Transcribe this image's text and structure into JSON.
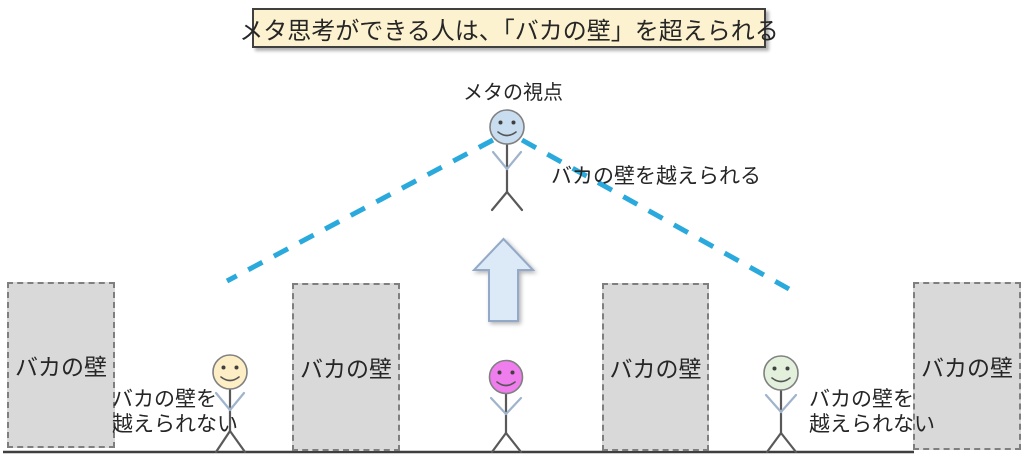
{
  "title": "メタ思考ができる人は、「バカの壁」を超えられる",
  "labels": {
    "meta_viewpoint": "メタの視点",
    "can_overcome": "バカの壁を越えられる",
    "cannot_overcome_line1": "バカの壁を",
    "cannot_overcome_line2": "越えられない"
  },
  "walls": [
    {
      "label": "バカの壁"
    },
    {
      "label": "バカの壁"
    },
    {
      "label": "バカの壁"
    },
    {
      "label": "バカの壁"
    }
  ],
  "figures": [
    {
      "id": "meta-person",
      "face": "smiley",
      "position": "top-center"
    },
    {
      "id": "left-person",
      "face": "smiley",
      "position": "bottom-left"
    },
    {
      "id": "center-person",
      "face": "smiley",
      "position": "bottom-center"
    },
    {
      "id": "right-person",
      "face": "smiley",
      "position": "bottom-right"
    }
  ],
  "colors": {
    "title_bg": "#FDF2CF",
    "title_border": "#404040",
    "wall_fill": "#D9D9D9",
    "wall_border": "#7F7F7F",
    "dashed_line": "#29A9DC",
    "arrow_fill": "#DCE9F6",
    "arrow_border": "#94A9C7",
    "ground_line": "#3F3F3F",
    "face_meta": "#C9DDF0",
    "face_left": "#FDEEC5",
    "face_center": "#F07DEE",
    "face_right": "#E3F0DC",
    "face_border": "#808080",
    "body_color": "#595959",
    "arm_color": "#9FB4CC"
  }
}
